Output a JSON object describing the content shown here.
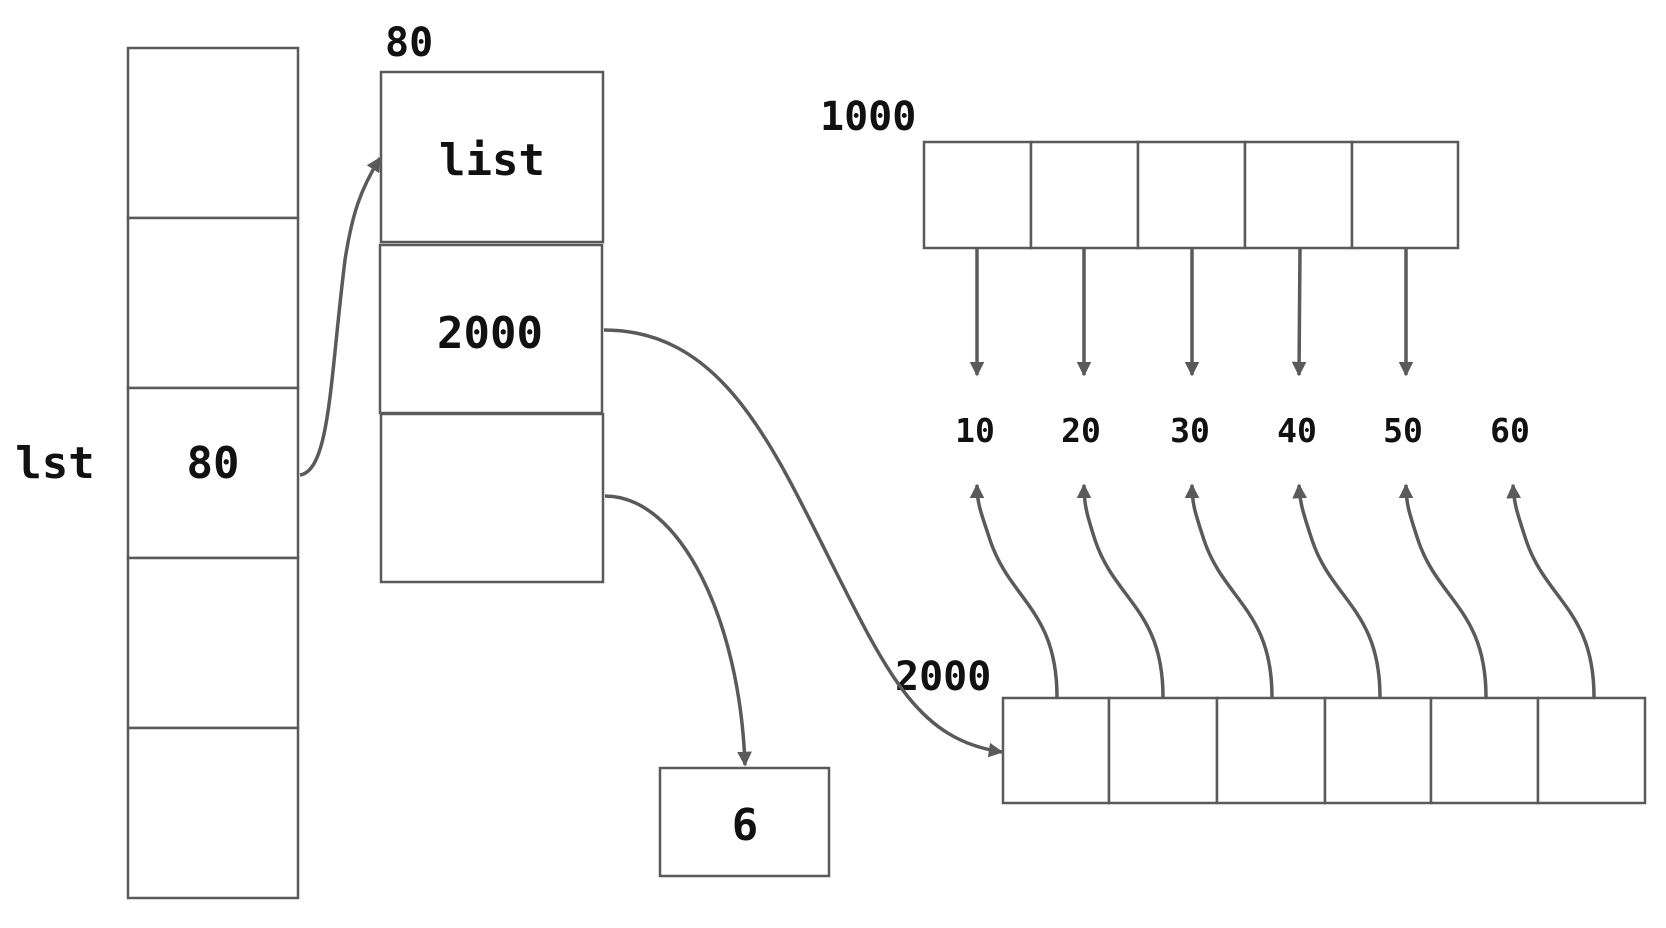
{
  "stack": {
    "variable_name": "lst",
    "value": "80"
  },
  "list_object": {
    "address": "80",
    "type_label": "list",
    "items_pointer": "2000"
  },
  "size_object": {
    "value": "6"
  },
  "int_array": {
    "address": "1000",
    "values": [
      "10",
      "20",
      "30",
      "40",
      "50",
      "60"
    ]
  },
  "pointer_array": {
    "address": "2000"
  },
  "colors": {
    "stroke": "#5a5a5a",
    "text": "#111111",
    "background": "#ffffff"
  }
}
